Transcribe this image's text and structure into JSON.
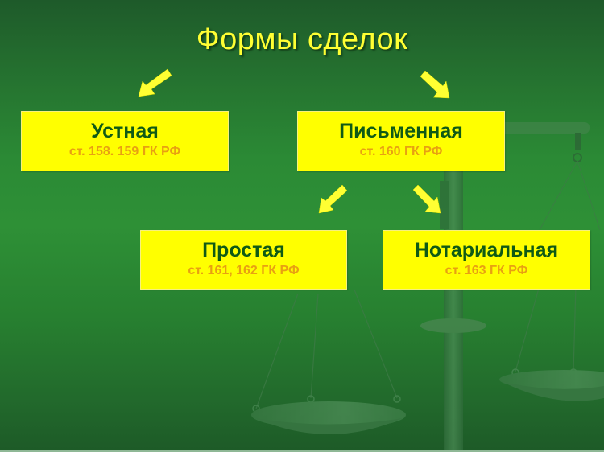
{
  "title": "Формы сделок",
  "colors": {
    "background": "#2b8a35",
    "title": "#ffff33",
    "box_fill": "#ffff00",
    "box_name": "#0f5a16",
    "box_reference": "#e8a012",
    "arrow": "#ffff33"
  },
  "nodes": {
    "oral": {
      "name": "Устная",
      "reference": "ст. 158. 159 ГК РФ"
    },
    "written": {
      "name": "Письменная",
      "reference": "ст. 160 ГК РФ"
    },
    "simple": {
      "name": "Простая",
      "reference": "ст. 161, 162 ГК РФ"
    },
    "notarial": {
      "name": "Нотариальная",
      "reference": "ст. 163 ГК РФ"
    }
  },
  "edges": [
    {
      "from": "title",
      "to": "oral"
    },
    {
      "from": "title",
      "to": "written"
    },
    {
      "from": "written",
      "to": "simple"
    },
    {
      "from": "written",
      "to": "notarial"
    }
  ],
  "background_image": "scales-of-justice"
}
